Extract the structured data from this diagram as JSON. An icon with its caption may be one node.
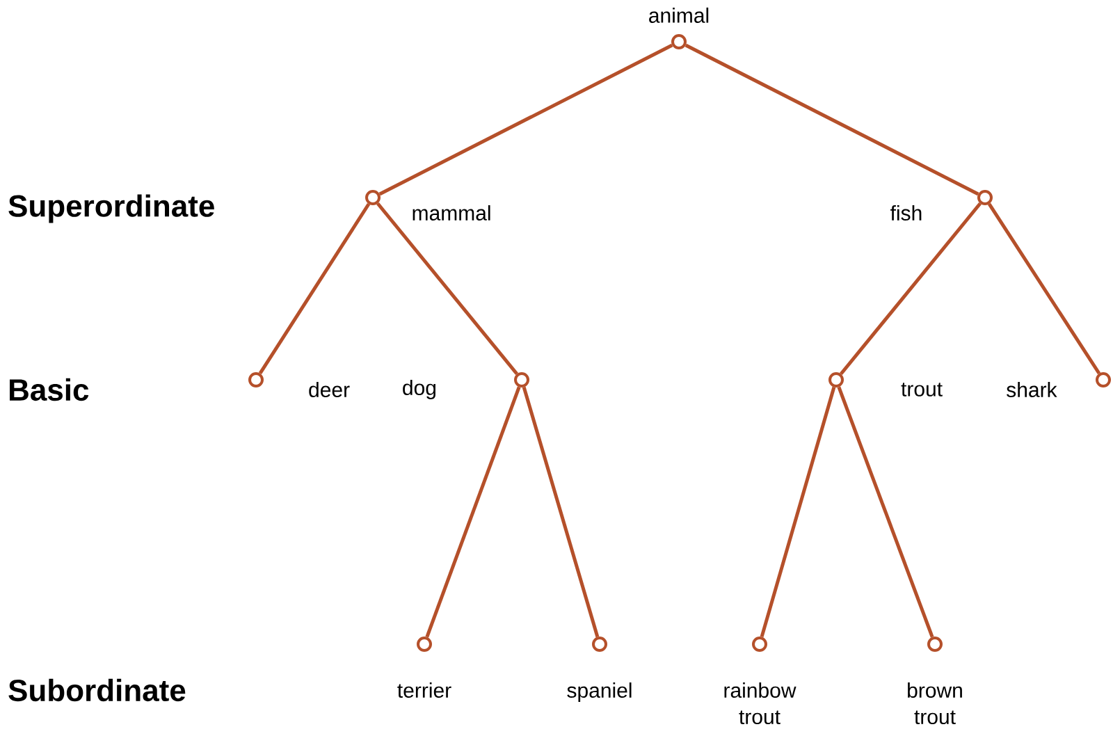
{
  "diagram": {
    "nodes": [
      {
        "text": [],
        "shape": "circle",
        "beside": [
          "animal"
        ]
      },
      {
        "text": [],
        "shape": "circle",
        "beside": [
          "mammal"
        ]
      },
      {
        "text": [],
        "shape": "circle",
        "beside": [
          "fish"
        ]
      },
      {
        "text": [],
        "shape": "circle",
        "beside": [
          "deer"
        ]
      },
      {
        "text": [],
        "shape": "circle",
        "beside": [
          "dog"
        ]
      },
      {
        "text": [],
        "shape": "circle",
        "beside": [
          "trout"
        ]
      },
      {
        "text": [],
        "shape": "circle",
        "beside": [
          "shark"
        ]
      },
      {
        "text": [],
        "shape": "circle",
        "beside": [
          "terrier"
        ]
      },
      {
        "text": [],
        "shape": "circle",
        "beside": [
          "spaniel"
        ]
      },
      {
        "text": [],
        "shape": "circle",
        "beside": [
          "rainbow trout"
        ]
      },
      {
        "text": [],
        "shape": "circle",
        "beside": [
          "brown trout"
        ]
      }
    ],
    "edges": [
      {
        "from": 0,
        "to": 1,
        "arrow": "none"
      },
      {
        "from": 0,
        "to": 2,
        "arrow": "none"
      },
      {
        "from": 1,
        "to": 3,
        "arrow": "none"
      },
      {
        "from": 1,
        "to": 4,
        "arrow": "none"
      },
      {
        "from": 2,
        "to": 5,
        "arrow": "none"
      },
      {
        "from": 2,
        "to": 6,
        "arrow": "none"
      },
      {
        "from": 4,
        "to": 7,
        "arrow": "none"
      },
      {
        "from": 4,
        "to": 8,
        "arrow": "none"
      },
      {
        "from": 5,
        "to": 9,
        "arrow": "none"
      },
      {
        "from": 5,
        "to": 10,
        "arrow": "none"
      }
    ],
    "labels": [
      "Superordinate",
      "Basic",
      "Subordinate"
    ]
  }
}
